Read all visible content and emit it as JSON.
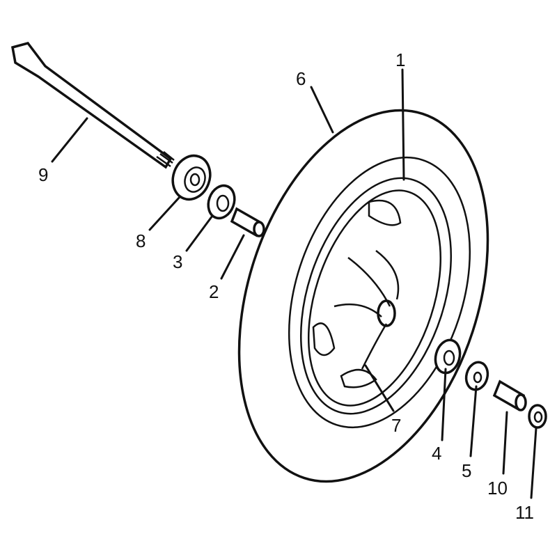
{
  "diagram": {
    "title": "Wheel exploded view",
    "callouts": [
      {
        "id": "1",
        "label": "1"
      },
      {
        "id": "2",
        "label": "2"
      },
      {
        "id": "3",
        "label": "3"
      },
      {
        "id": "4",
        "label": "4"
      },
      {
        "id": "5",
        "label": "5"
      },
      {
        "id": "6",
        "label": "6"
      },
      {
        "id": "7",
        "label": "7"
      },
      {
        "id": "8",
        "label": "8"
      },
      {
        "id": "9",
        "label": "9"
      },
      {
        "id": "10",
        "label": "10"
      },
      {
        "id": "11",
        "label": "11"
      }
    ]
  }
}
